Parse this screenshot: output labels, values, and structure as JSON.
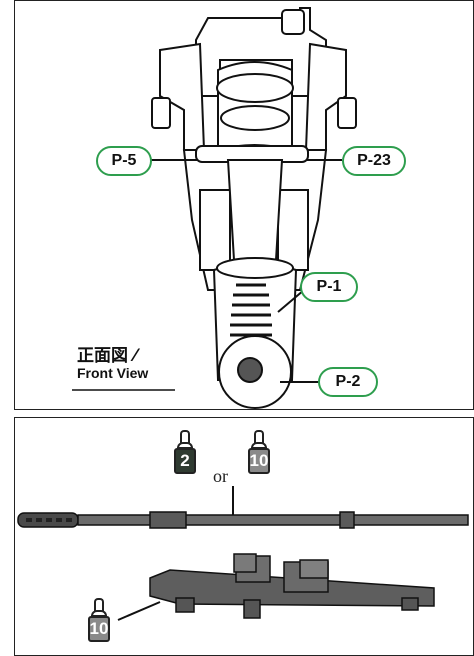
{
  "callouts": {
    "p5": "P-5",
    "p23": "P-23",
    "p1": "P-1",
    "p2": "P-2"
  },
  "view_label": {
    "jp": "正面図 ⁄",
    "en": "Front View"
  },
  "paints": {
    "top_left_number": "2",
    "top_right_number": "10",
    "bottom_number": "10",
    "separator": "or"
  },
  "colors": {
    "callout_border": "#2e9e4e",
    "paint_dark": "#2f3b31",
    "paint_gray": "#8a8a8a",
    "panel_border": "#222222"
  }
}
